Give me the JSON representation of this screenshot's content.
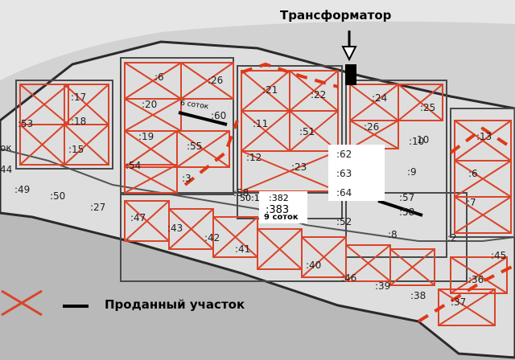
{
  "title": "Трансформатор",
  "legend": {
    "sold": "Проданный участок"
  },
  "plots": [
    ":17",
    ":53",
    ":18",
    ":15",
    "ок",
    "44",
    ":49",
    ":50",
    ":27",
    ":6",
    ":26",
    ":20",
    ":60",
    ":19",
    ":55",
    ":54",
    ":3",
    ":21",
    ":22",
    ":11",
    ":51",
    ":12",
    ":23",
    ":58",
    ":10",
    ":24",
    ":25",
    ":26",
    ":10",
    ":13",
    ":62",
    ":63",
    ":64",
    ":9",
    ":6",
    ":57",
    ":58",
    ":7",
    ":52",
    ":8",
    ":2",
    ":47",
    ":43",
    ":42",
    ":41",
    ":40",
    ":46",
    ":39",
    ":38",
    ":45",
    ":36",
    ":37"
  ],
  "annotations": {
    "sotok_6": "6 соток",
    "sotok_9": "9 соток",
    "plot_382": ":382",
    "plot_383": ":383",
    "plot_501": "50:1"
  },
  "colors": {
    "sold_line": "#000000",
    "available_cross": "#d9442a",
    "road": "#e03818"
  }
}
